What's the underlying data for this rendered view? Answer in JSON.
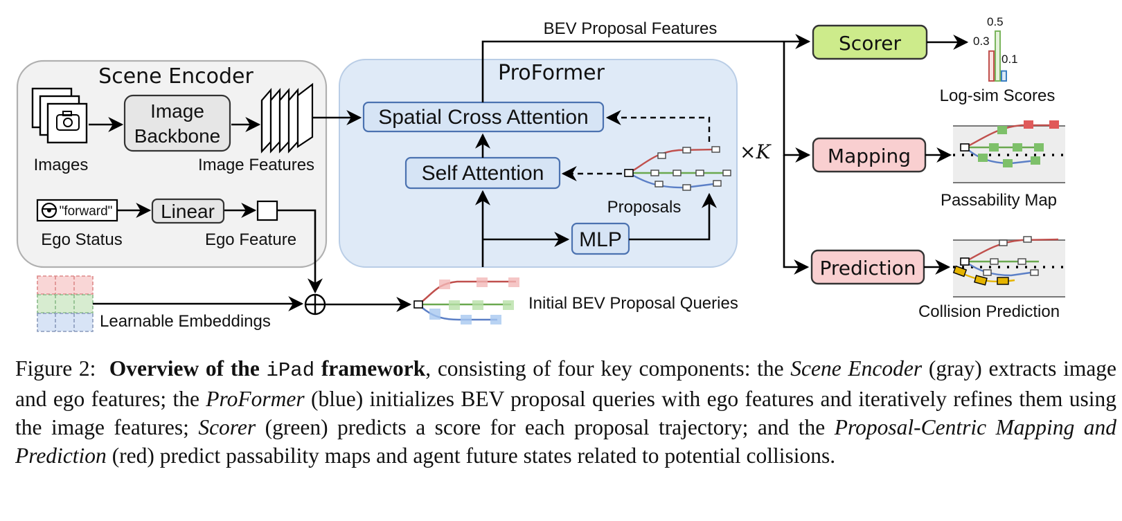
{
  "diagram": {
    "scene_encoder": {
      "title": "Scene Encoder",
      "images_label": "Images",
      "backbone_line1": "Image",
      "backbone_line2": "Backbone",
      "image_features_label": "Image Features",
      "ego_command": "\"forward\"",
      "ego_status_label": "Ego Status",
      "linear_label": "Linear",
      "ego_feature_label": "Ego Feature"
    },
    "learnable_embeddings_label": "Learnable Embeddings",
    "initial_queries_label": "Initial BEV Proposal Queries",
    "proformer": {
      "title": "ProFormer",
      "spatial_cross_attention": "Spatial Cross Attention",
      "self_attention": "Self Attention",
      "mlp": "MLP",
      "proposals_label": "Proposals",
      "repeat_label": "×K"
    },
    "bev_features_label": "BEV Proposal Features",
    "scorer": {
      "label": "Scorer",
      "scores_label": "Log-sim Scores",
      "bar_values": [
        0.3,
        0.5,
        0.1
      ],
      "bar_value_labels": [
        "0.3",
        "0.5",
        "0.1"
      ]
    },
    "mapping": {
      "label": "Mapping",
      "output_label": "Passability Map"
    },
    "prediction": {
      "label": "Prediction",
      "output_label": "Collision Prediction"
    },
    "colors": {
      "encoder_fill": "#f2f2f2",
      "proformer_fill": "#dfeaf7",
      "module_fill": "#d6e4f5",
      "scorer_fill": "#cdeb8b",
      "head_fill": "#f9cfd0",
      "red_traj": "#c0504d",
      "green_traj": "#6aa84f",
      "blue_traj": "#5b7fc6"
    }
  },
  "caption": {
    "figure_label": "Figure 2:",
    "bold_pre": "Overview of the",
    "code": "iPad",
    "bold_post": "framework",
    "text1": ", consisting of four key components: the",
    "scene_encoder": "Scene Encoder",
    "text2": "(gray) extracts image and ego features; the",
    "proformer": "ProFormer",
    "text3": "(blue) initializes BEV proposal queries with ego features and iteratively refines them using the image features;",
    "scorer": "Scorer",
    "text4": "(green) predicts a score for each proposal trajectory; and the",
    "mapping_prediction": "Proposal-Centric Mapping and Prediction",
    "text5": "(red) predict passability maps and agent future states related to potential collisions."
  }
}
